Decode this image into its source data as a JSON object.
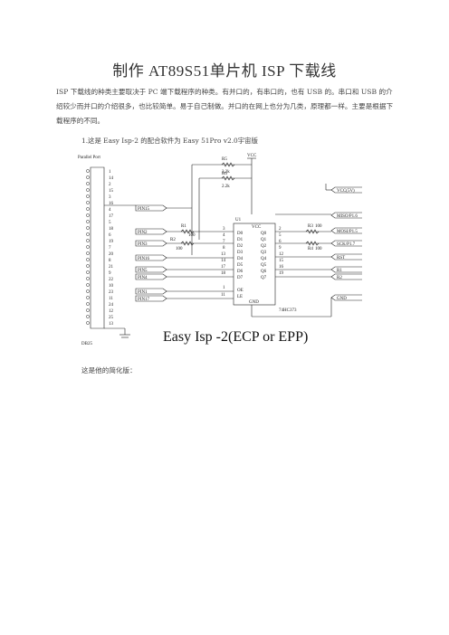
{
  "title": "制作 AT89S51单片机 ISP 下载线",
  "intro": "ISP 下载线的种类主要取决于 PC 端下载程序的种类。有并口的，有串口的，也有 USB 的。串口和 USB 的介绍较少而并口的介绍很多，也比较简单。易于自己制做。并口的在网上也分为几类，原理都一样。主要是根据下载程序的不同。",
  "item1": "1.这是 Easy Isp-2 的配合软件为 Easy 51Pro v2.0宇宙版",
  "schematic": {
    "connector_title": "Parallel Port",
    "connector_name": "DB25",
    "pins": [
      "1",
      "14",
      "2",
      "15",
      "3",
      "16",
      "4",
      "17",
      "5",
      "18",
      "6",
      "19",
      "7",
      "20",
      "8",
      "21",
      "9",
      "22",
      "10",
      "23",
      "11",
      "24",
      "12",
      "25",
      "13"
    ],
    "vcc_label": "VCC",
    "r5": "R5",
    "r5_val": "2.2k",
    "r6": "R6",
    "r6_val": "2.2k",
    "r1": "R1",
    "r1_val": "100",
    "r2": "R2",
    "r2_val": "100",
    "r3": "R3",
    "r3_val": "100",
    "r4": "R4",
    "r4_val": "100",
    "ic_name": "U1",
    "ic_part": "74HC373",
    "ic_vcc": "VCC",
    "ic_gnd": "GND",
    "ic_left_labels": [
      "D0",
      "D1",
      "D2",
      "D3",
      "D4",
      "D5",
      "D6",
      "D7",
      "OE",
      "LE"
    ],
    "ic_left_pins": [
      "3",
      "4",
      "7",
      "8",
      "13",
      "14",
      "17",
      "18",
      "1",
      "11"
    ],
    "ic_right_labels": [
      "Q0",
      "Q1",
      "Q2",
      "Q3",
      "Q4",
      "Q5",
      "Q6",
      "Q7"
    ],
    "ic_right_pins": [
      "2",
      "5",
      "6",
      "9",
      "12",
      "15",
      "16",
      "19"
    ],
    "left_nets": [
      "PIN15",
      "PIN2",
      "PIN3",
      "PIN16",
      "PIN5",
      "PIN4",
      "PIN1",
      "PIN17"
    ],
    "right_nets": [
      "VCC(5V)",
      "MISO/P1.6",
      "MOSI/P1.5",
      "SCK/P1.7",
      "RST",
      "R1",
      "R2",
      "GND"
    ],
    "caption": "Easy Isp -2(ECP or EPP)"
  },
  "subtitle": "这是他的简化版："
}
